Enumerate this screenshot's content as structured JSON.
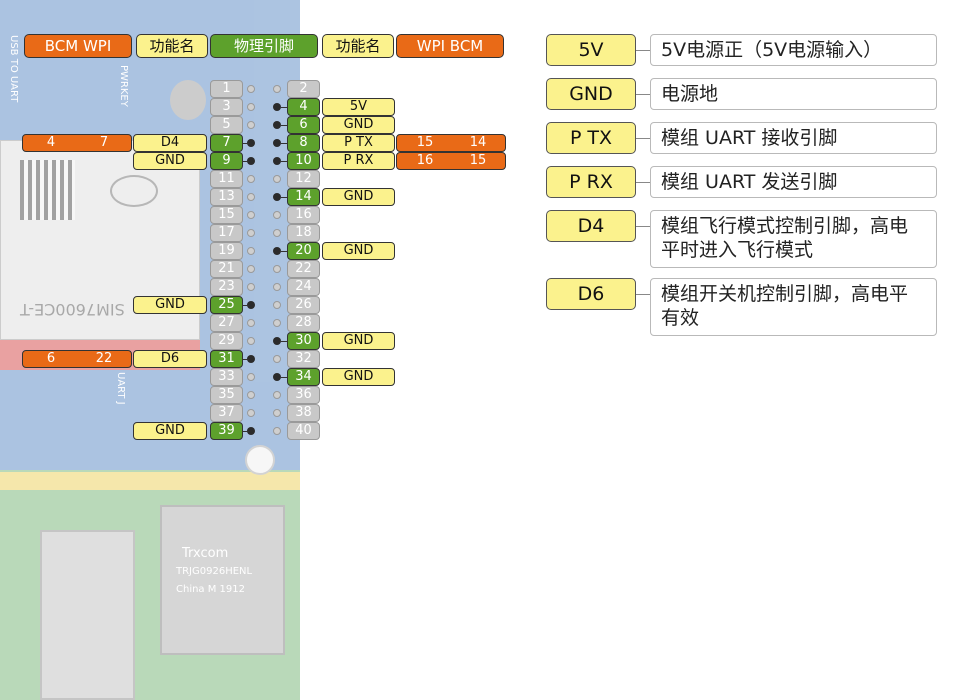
{
  "header": {
    "left_bcm_wpi": "BCM  WPI",
    "left_function": "功能名",
    "physical_pin": "物理引脚",
    "right_function": "功能名",
    "right_wpi_bcm": "WPI  BCM"
  },
  "pins": {
    "p1": "1",
    "p2": "2",
    "p3": "3",
    "p4": "4",
    "p5": "5",
    "p6": "6",
    "p7": "7",
    "p8": "8",
    "p9": "9",
    "p10": "10",
    "p11": "11",
    "p12": "12",
    "p13": "13",
    "p14": "14",
    "p15": "15",
    "p16": "16",
    "p17": "17",
    "p18": "18",
    "p19": "19",
    "p20": "20",
    "p21": "21",
    "p22": "22",
    "p23": "23",
    "p24": "24",
    "p25": "25",
    "p26": "26",
    "p27": "27",
    "p28": "28",
    "p29": "29",
    "p30": "30",
    "p31": "31",
    "p32": "32",
    "p33": "33",
    "p34": "34",
    "p35": "35",
    "p36": "36",
    "p37": "37",
    "p38": "38",
    "p39": "39",
    "p40": "40"
  },
  "labels": {
    "pin4_func": "5V",
    "pin6_func": "GND",
    "pin8_func": "P TX",
    "pin8_wpi": "15",
    "pin8_bcm": "14",
    "pin10_func": "P RX",
    "pin10_wpi": "16",
    "pin10_bcm": "15",
    "pin14_func": "GND",
    "pin20_func": "GND",
    "pin30_func": "GND",
    "pin34_func": "GND",
    "pin7_func": "D4",
    "pin7_bcm": "4",
    "pin7_wpi": "7",
    "pin9_func": "GND",
    "pin25_func": "GND",
    "pin31_func": "D6",
    "pin31_bcm": "6",
    "pin31_wpi": "22",
    "pin39_func": "GND"
  },
  "legend": [
    {
      "key": "5V",
      "desc": "5V电源正（5V电源输入）"
    },
    {
      "key": "GND",
      "desc": "电源地"
    },
    {
      "key": "P TX",
      "desc": "模组 UART 接收引脚"
    },
    {
      "key": "P RX",
      "desc": "模组 UART 发送引脚"
    },
    {
      "key": "D4",
      "desc": "模组飞行模式控制引脚，高电平时进入飞行模式"
    },
    {
      "key": "D6",
      "desc": "模组开关机控制引脚，高电平有效"
    }
  ],
  "board_silkscreen": {
    "usb_to_uart": "USB TO UART",
    "pwrkey": "PWRKEY",
    "module": "SIM7600CE-T",
    "uart_j": "UART J",
    "eth_brand": "Trxcom",
    "eth_part": "TRJG0926HENL",
    "eth_origin": "China  M 1912"
  },
  "colors": {
    "power_gnd_yellow": "#fbf28d",
    "bcm_wpi_orange": "#e96a17",
    "active_pin_green": "#5da12c",
    "unused_pin_gray": "#c8c8c8"
  }
}
